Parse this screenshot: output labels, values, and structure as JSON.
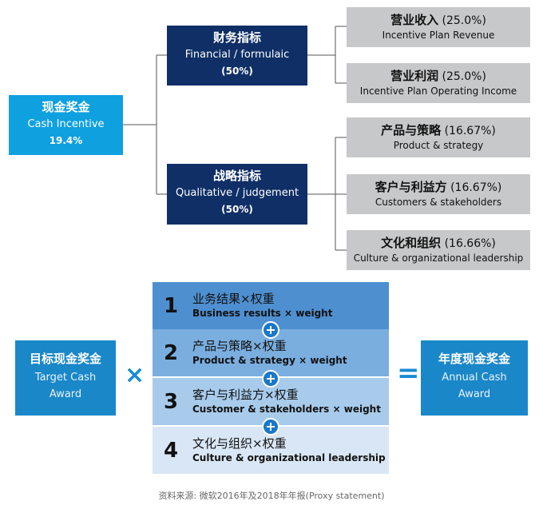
{
  "cash": {
    "title": "现金奖金",
    "sub": "Cash Incentive",
    "pct": "19.4%"
  },
  "financial": {
    "title": "财务指标",
    "sub": "Financial / formulaic",
    "pct": "(50%)"
  },
  "strategic": {
    "title": "战略指标",
    "sub": "Qualitative / judgement",
    "pct": "(50%)"
  },
  "metrics": [
    {
      "title": "营业收入",
      "pct": "(25.0%)",
      "sub": "Incentive Plan Revenue"
    },
    {
      "title": "营业利润",
      "pct": "(25.0%)",
      "sub": "Incentive Plan Operating Income"
    },
    {
      "title": "产品与策略",
      "pct": "(16.67%)",
      "sub": "Product & strategy"
    },
    {
      "title": "客户与利益方",
      "pct": "(16.67%)",
      "sub": "Customers & stakeholders"
    },
    {
      "title": "文化和组织",
      "pct": "(16.66%)",
      "sub": "Culture & organizational leadership"
    }
  ],
  "target": {
    "title": "目标现金奖金",
    "line1": "Target Cash",
    "line2": "Award"
  },
  "annual": {
    "title": "年度现金奖金",
    "line1": "Annual Cash",
    "line2": "Award"
  },
  "operators": {
    "multiply": "×",
    "equals": "="
  },
  "steps": [
    {
      "num": "1",
      "title": "业务结果×权重",
      "sub": "Business results × weight"
    },
    {
      "num": "2",
      "title": "产品与策略×权重",
      "sub": "Product & strategy × weight"
    },
    {
      "num": "3",
      "title": "客户与利益方×权重",
      "sub": "Customer & stakeholders × weight"
    },
    {
      "num": "4",
      "title": "文化与组织×权重",
      "sub": "Culture & organizational leadership"
    }
  ],
  "colors": {
    "light_blue": "#0fa0e0",
    "navy": "#0f2f66",
    "grey": "#c7c8c9",
    "panel_1": "#4e8fd0",
    "panel_2": "#7aaedf",
    "panel_3": "#a8cbec",
    "panel_4": "#d9e6f5"
  },
  "source": "资料来源: 微软2016年及2018年年报(Proxy  statement)"
}
